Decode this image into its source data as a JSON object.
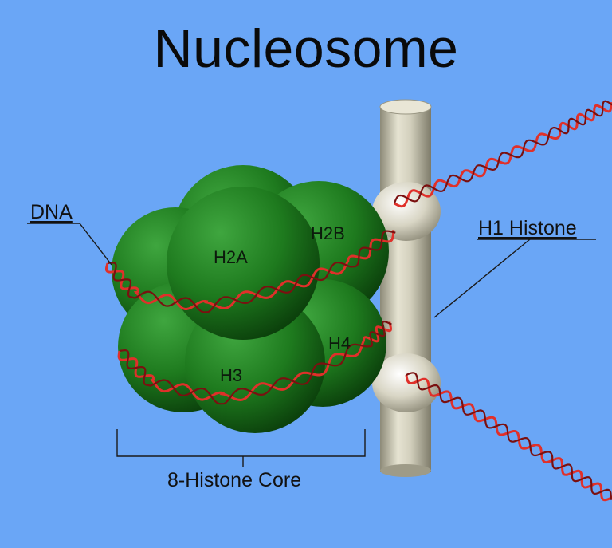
{
  "title": "Nucleosome",
  "labels": {
    "dna": "DNA",
    "h1": "H1 Histone",
    "core": "8-Histone Core"
  },
  "histones": {
    "h2a": "H2A",
    "h2b": "H2B",
    "h3": "H3",
    "h4": "H4"
  },
  "colors": {
    "background": "#6aa6f6",
    "histone_green": "#1f7a1f",
    "dna_red": "#e0302a",
    "h1_tube": "#cfcbb6"
  }
}
